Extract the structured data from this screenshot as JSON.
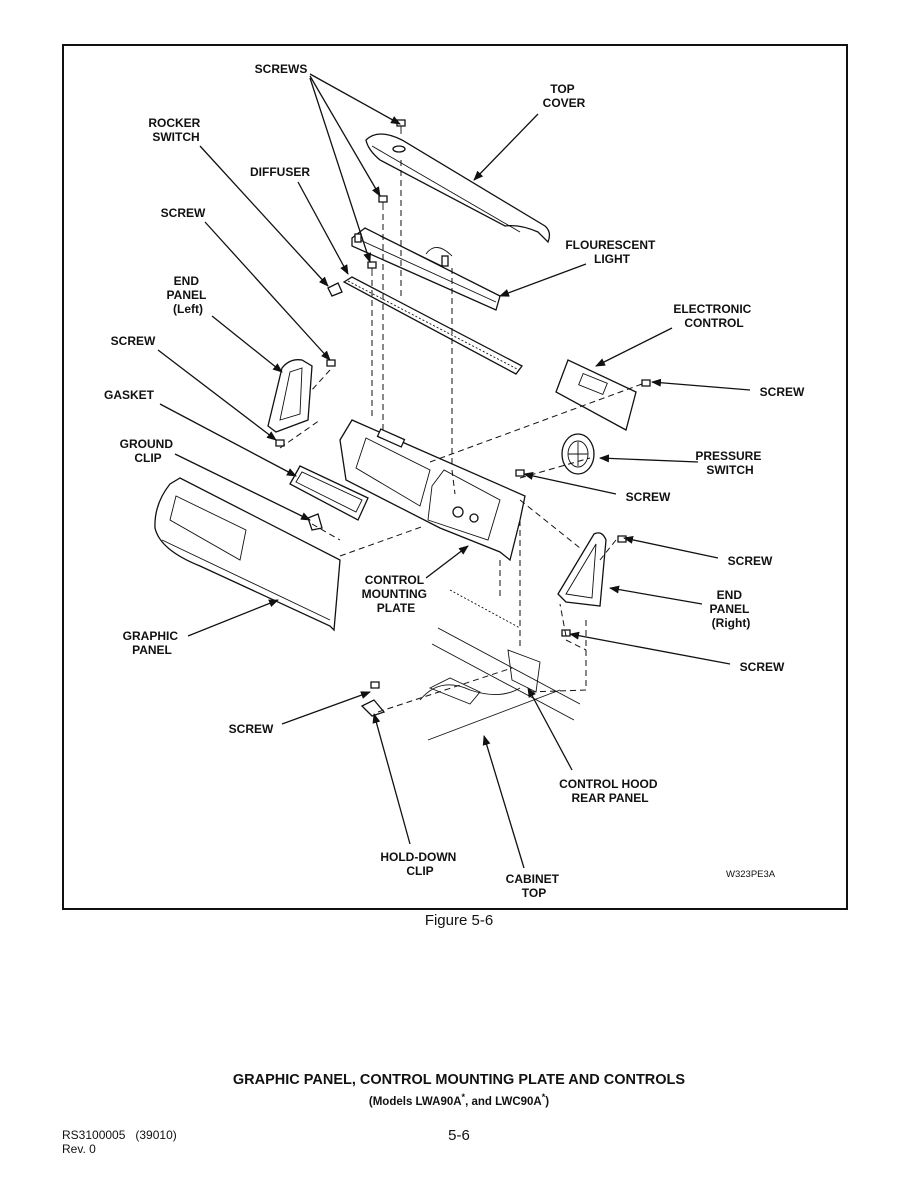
{
  "figure": {
    "caption": "Figure 5-6",
    "drawing_code": "W323PE3A",
    "labels": {
      "screws": "SCREWS",
      "top_cover": [
        "TOP",
        "COVER"
      ],
      "rocker_switch": [
        "ROCKER",
        "SWITCH"
      ],
      "diffuser": "DIFFUSER",
      "screw_upper_left": "SCREW",
      "flourescent_light": [
        "FLOURESCENT",
        "LIGHT"
      ],
      "end_panel_left": [
        "END",
        "PANEL",
        "(Left)"
      ],
      "electronic_control": [
        "ELECTRONIC",
        "CONTROL"
      ],
      "screw_left": "SCREW",
      "screw_right_electronic": "SCREW",
      "gasket": "GASKET",
      "pressure_switch": [
        "PRESSURE",
        "SWITCH"
      ],
      "ground_clip": [
        "GROUND",
        "CLIP"
      ],
      "screw_pressure": "SCREW",
      "screw_end_right_top": "SCREW",
      "control_mounting_plate": [
        "CONTROL",
        "MOUNTING",
        "PLATE"
      ],
      "end_panel_right": [
        "END",
        "PANEL",
        "(Right)"
      ],
      "graphic_panel": [
        "GRAPHIC",
        "PANEL"
      ],
      "screw_end_right_bottom": "SCREW",
      "screw_hold_down": "SCREW",
      "control_hood_rear_panel": [
        "CONTROL HOOD",
        "REAR PANEL"
      ],
      "hold_down_clip": [
        "HOLD-DOWN",
        "CLIP"
      ],
      "cabinet_top": [
        "CABINET",
        "TOP"
      ]
    }
  },
  "heading": "GRAPHIC PANEL, CONTROL MOUNTING PLATE AND CONTROLS",
  "models": {
    "prefix": "(Models LWA90A",
    "star": "*",
    "middle": ", and LWC90A",
    "suffix": ")"
  },
  "footer": {
    "doc_number": "RS3100005   (39010)",
    "revision": "Rev. 0",
    "page_number": "5-6"
  }
}
